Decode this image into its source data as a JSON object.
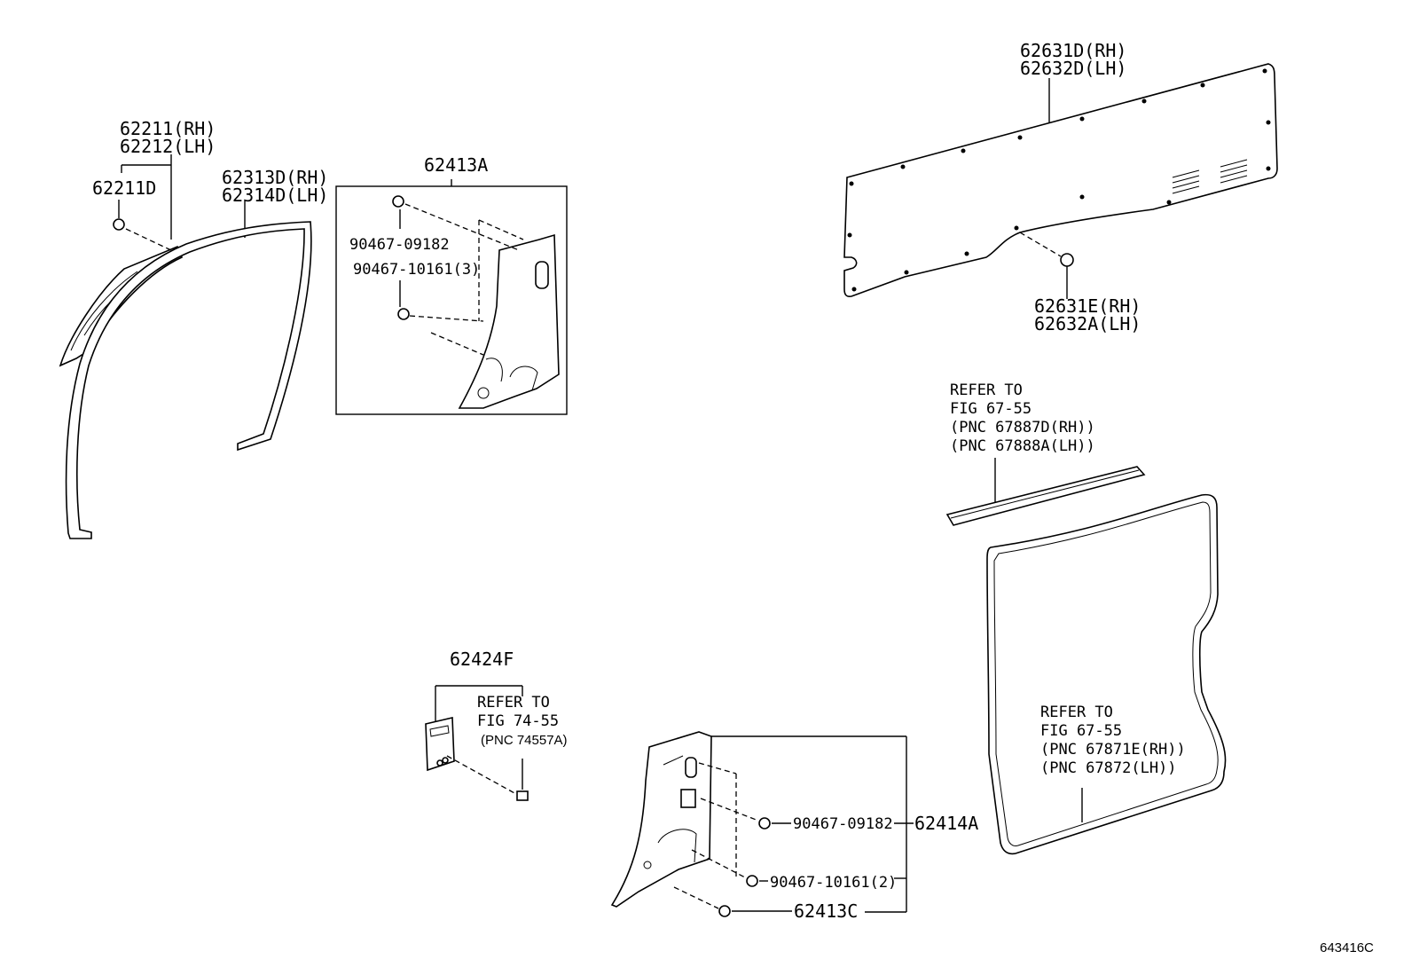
{
  "labels": {
    "p62211_rh": "62211(RH)",
    "p62212_lh": "62212(LH)",
    "p62211d": "62211D",
    "p62313d_rh": "62313D(RH)",
    "p62314d_lh": "62314D(LH)",
    "p62413a": "62413A",
    "b9046709182_top": "90467-09182",
    "b9046710161_3": "90467-10161(3)",
    "p62631d_rh": "62631D(RH)",
    "p62632d_lh": "62632D(LH)",
    "p62631e_rh": "62631E(RH)",
    "p62632a_lh": "62632A(LH)",
    "p62424f": "62424F",
    "b9046709182_bot": "90467-09182",
    "b9046710161_2": "90467-10161(2)",
    "p62414a": "62414A",
    "p62413c": "62413C"
  },
  "refs": {
    "ref1": [
      "REFER TO",
      "FIG 67-55",
      "(PNC 67887D(RH))",
      "(PNC 67888A(LH))"
    ],
    "ref2": [
      "REFER TO",
      "FIG 74-55",
      "(PNC 74557A)"
    ],
    "ref3": [
      "REFER TO",
      "FIG 67-55",
      "(PNC 67871E(RH))",
      "(PNC 67872(LH))"
    ]
  },
  "figure_id": "643416C"
}
